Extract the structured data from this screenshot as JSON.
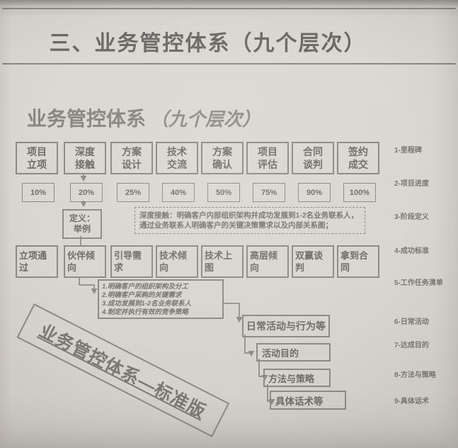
{
  "header": {
    "title": "三、业务管控体系（九个层次）"
  },
  "slide": {
    "title": "业务管控体系",
    "title_suffix": "（九个层次）",
    "stages": [
      "项目立项",
      "深度接触",
      "方案设计",
      "技术交流",
      "方案确认",
      "项目评估",
      "合同谈判",
      "签约成交"
    ],
    "progress": [
      "10%",
      "20%",
      "25%",
      "40%",
      "50%",
      "75%",
      "90%",
      "100%"
    ],
    "definition": {
      "line1": "定义：",
      "line2": "举例"
    },
    "annotation": "深度接触：明确客户内部组织架构并成功发展到1-2名业务联系人，通过业务联系人明确客户的关键决策需求以及内部关系图；",
    "criteria": [
      "立项通过",
      "伙伴倾向",
      "引导需求",
      "技术倾向",
      "技术上图",
      "高层倾向",
      "双赢谈判",
      "拿到合同"
    ],
    "tasks": [
      "1.明确客户的组织架构及分工",
      "2.明确客户采购的关键需求",
      "3.成功发展到1-2名业务联系人",
      "4.制定并执行有效的竞争策略"
    ],
    "banner": "业务管控体系—标准版",
    "cascade": [
      "日常活动与行为等",
      "活动目的",
      "方法与策略",
      "具体话术等"
    ],
    "side_labels": [
      "1-里程碑",
      "2-项目进度",
      "3-阶段定义",
      "4-成功标准",
      "5-工作任务清单",
      "6-日常活动",
      "7-达成目的",
      "8-方法与策略",
      "9-具体话术"
    ]
  },
  "colors": {
    "ink": "#6f6c68",
    "border": "#8d8984",
    "background": "#d9d5cf"
  }
}
